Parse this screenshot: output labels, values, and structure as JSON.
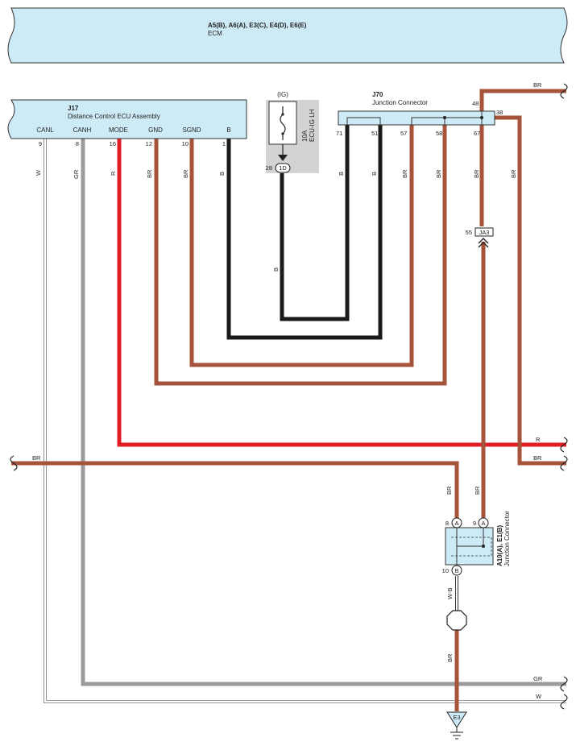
{
  "ecm": {
    "connectors": "A5(B), A6(A), E3(C), E4(D), E6(E)",
    "name": "ECM"
  },
  "j17": {
    "code": "J17",
    "name": "Distance Control ECU Assembly",
    "terminals": [
      {
        "label": "CANL",
        "pin": "9",
        "color": "W"
      },
      {
        "label": "CANH",
        "pin": "8",
        "color": "GR"
      },
      {
        "label": "MODE",
        "pin": "16",
        "color": "R"
      },
      {
        "label": "GND",
        "pin": "12",
        "color": "BR"
      },
      {
        "label": "SGND",
        "pin": "10",
        "color": "BR"
      },
      {
        "label": "B",
        "pin": "1",
        "color": "B"
      }
    ]
  },
  "fuse": {
    "group": "(IG)",
    "rating": "10A",
    "name": "ECU-IG LH",
    "pin": "28",
    "connector": "1D"
  },
  "j70": {
    "code": "J70",
    "name": "Junction Connector",
    "pins": {
      "p48": "48",
      "p38": "38",
      "p71": "71",
      "p51": "51",
      "p57": "57",
      "p58": "58",
      "p67": "67"
    }
  },
  "wire_colors": {
    "b": "B",
    "br": "BR",
    "r": "R",
    "gr": "GR",
    "w": "W",
    "wb": "W-B"
  },
  "ja3": {
    "label": "JA3",
    "pin": "55"
  },
  "a10": {
    "name": "A10(A), E1(B)",
    "subtitle": "Junction Connector",
    "pins": {
      "a8": "8",
      "a9": "9",
      "b10": "10"
    },
    "letters": {
      "a": "A",
      "b": "B"
    }
  },
  "ground": {
    "label": "E3"
  },
  "colors": {
    "brown": "#a5533a",
    "red": "#e01e24",
    "black": "#1a1a1a",
    "gray": "#9c9c9c",
    "connector_fill": "#cdeaf7",
    "fuse_box": "#d3d3d3"
  }
}
